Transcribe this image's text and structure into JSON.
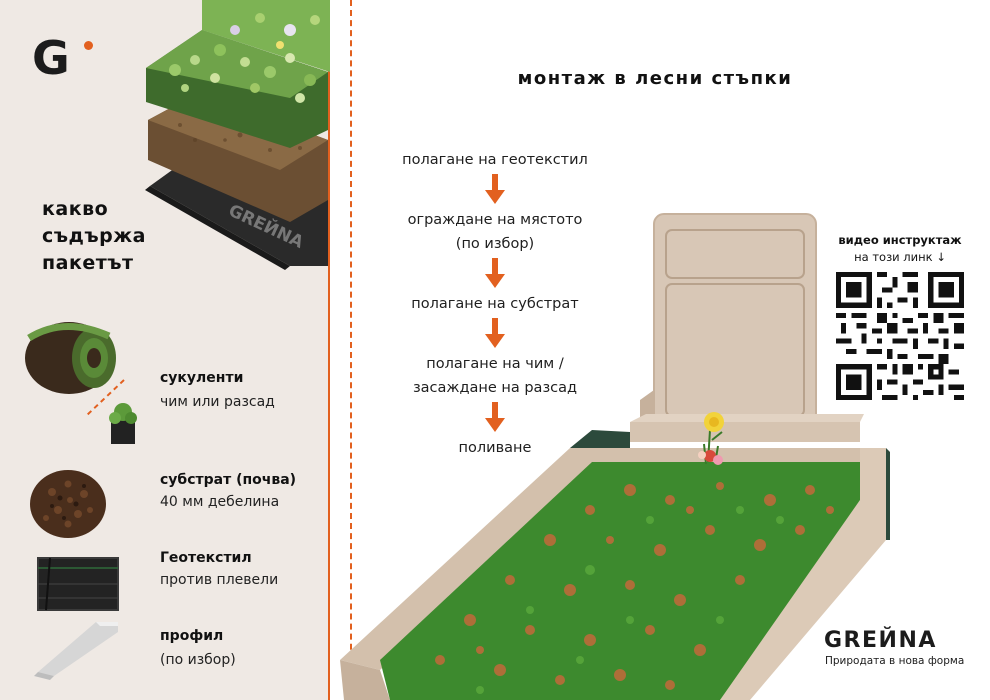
{
  "brand": {
    "logo_letter": "G",
    "name": "GREЙNA",
    "tagline": "Природата в нова форма",
    "accent_color": "#e2601f"
  },
  "package": {
    "title_lines": [
      "какво",
      "съдържа",
      "пакетът"
    ],
    "mat_label": "GREЙNA",
    "items": [
      {
        "title": "сукуленти",
        "subtitle": "чим или разсад",
        "icon": "succulent-roll-icon"
      },
      {
        "title": "субстрат (почва)",
        "subtitle": "40 мм дебелина",
        "icon": "substrate-icon"
      },
      {
        "title": "Геотекстил",
        "subtitle": "против плевели",
        "icon": "geotextile-icon"
      },
      {
        "title": "профил",
        "subtitle": "(по избор)",
        "icon": "profile-icon"
      }
    ]
  },
  "installation": {
    "title": "монтаж в лесни стъпки",
    "steps": [
      {
        "lines": [
          "полагане на геотекстил"
        ]
      },
      {
        "lines": [
          "ограждане на мястото",
          "(по избор)"
        ]
      },
      {
        "lines": [
          "полагане на субстрат"
        ]
      },
      {
        "lines": [
          "полагане на чим /",
          "засаждане на разсад"
        ]
      },
      {
        "lines": [
          "поливане"
        ]
      }
    ]
  },
  "video": {
    "title": "видео инструктаж",
    "subtitle": "на този линк ↓"
  }
}
